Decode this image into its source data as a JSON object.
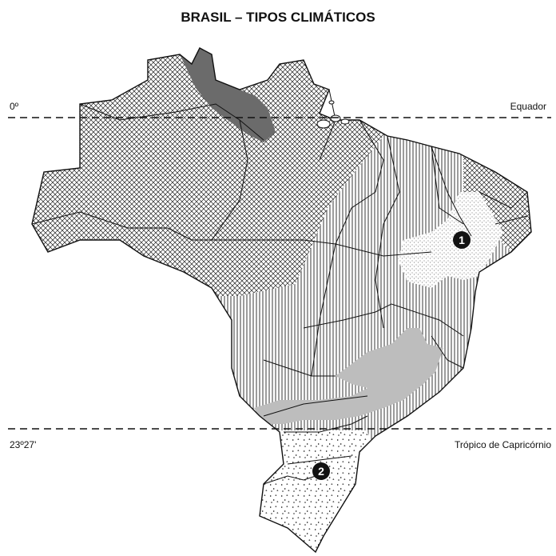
{
  "title": "BRASIL – TIPOS CLIMÁTICOS",
  "lines": {
    "equator_left": "0º",
    "equator_right": "Equador",
    "tropic_left": "23º27'",
    "tropic_right": "Trópico de Capricórnio"
  },
  "markers": [
    "1",
    "2"
  ],
  "colors": {
    "outline": "#111111",
    "dark_region": "#6b6b6b",
    "light_gray_region": "#bdbdbd",
    "background": "#ffffff"
  },
  "patterns": [
    "crosshatch",
    "vertical-lines",
    "fine-stipple",
    "coarse-stipple",
    "solid-dark-gray",
    "solid-light-gray"
  ]
}
